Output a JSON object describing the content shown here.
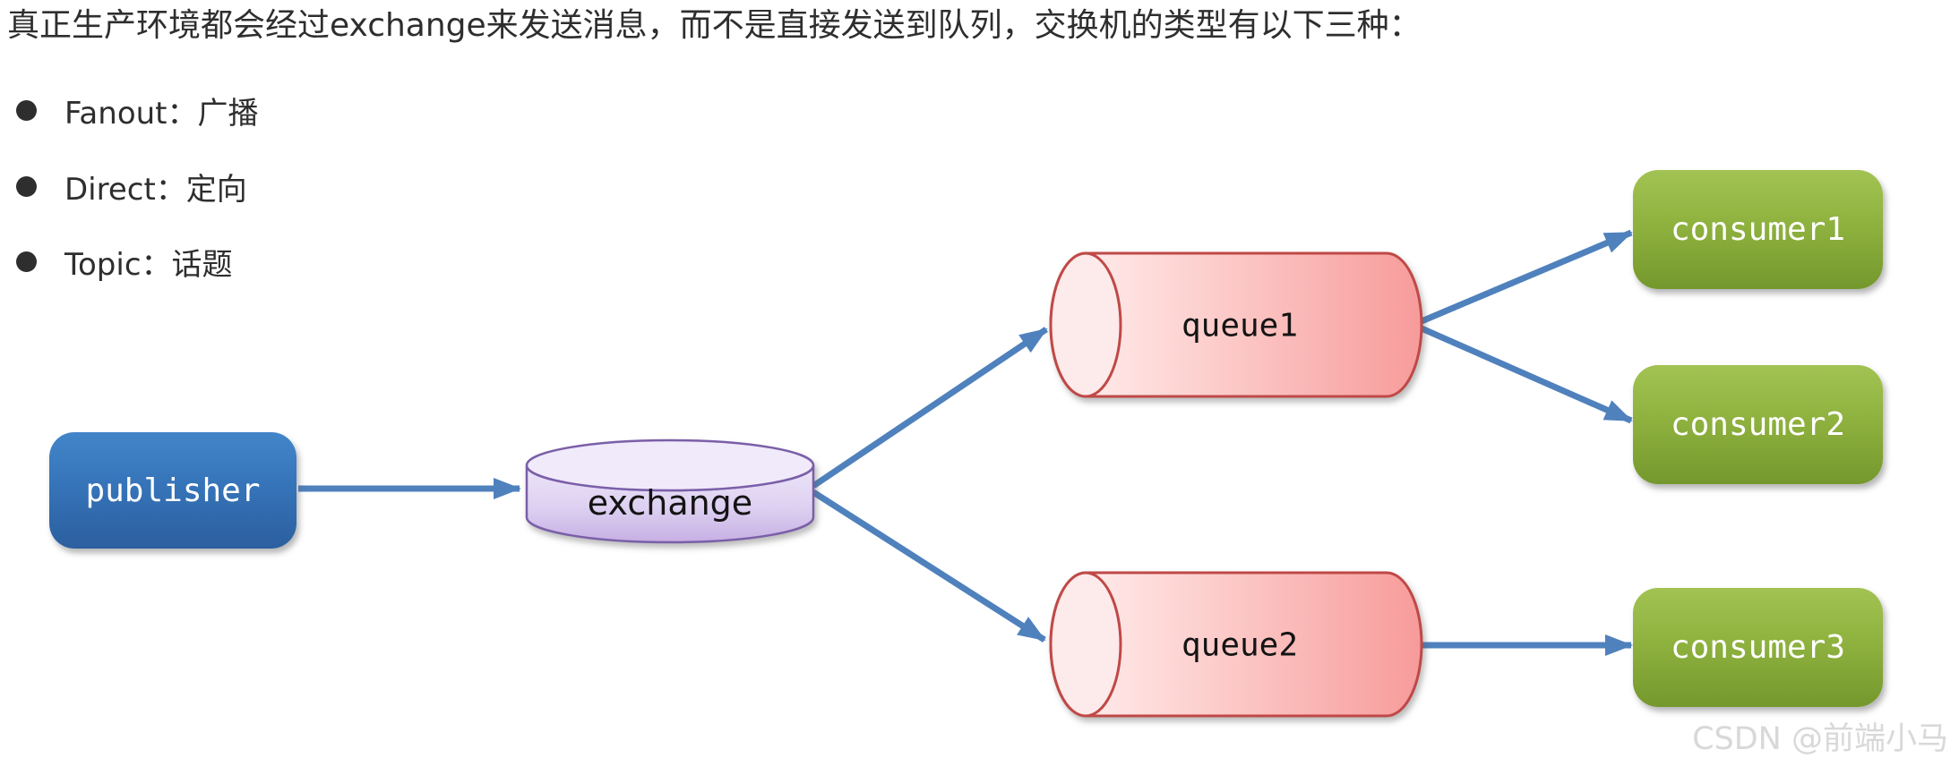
{
  "intro": "真正生产环境都会经过exchange来发送消息，而不是直接发送到队列，交换机的类型有以下三种：",
  "bullets": [
    {
      "label": "Fanout：广播"
    },
    {
      "label": "Direct：定向"
    },
    {
      "label": "Topic：话题"
    }
  ],
  "diagram": {
    "nodes": {
      "publisher": {
        "label": "publisher",
        "shape": "rounded-box",
        "color": "blue"
      },
      "exchange": {
        "label": "exchange",
        "shape": "cylinder-vertical",
        "color": "purple"
      },
      "queue1": {
        "label": "queue1",
        "shape": "cylinder-horizontal",
        "color": "pink"
      },
      "queue2": {
        "label": "queue2",
        "shape": "cylinder-horizontal",
        "color": "pink"
      },
      "consumer1": {
        "label": "consumer1",
        "shape": "rounded-box",
        "color": "green"
      },
      "consumer2": {
        "label": "consumer2",
        "shape": "rounded-box",
        "color": "green"
      },
      "consumer3": {
        "label": "consumer3",
        "shape": "rounded-box",
        "color": "green"
      }
    },
    "edges": [
      {
        "from": "publisher",
        "to": "exchange"
      },
      {
        "from": "exchange",
        "to": "queue1"
      },
      {
        "from": "exchange",
        "to": "queue2"
      },
      {
        "from": "queue1",
        "to": "consumer1"
      },
      {
        "from": "queue1",
        "to": "consumer2"
      },
      {
        "from": "queue2",
        "to": "consumer3"
      }
    ]
  },
  "watermark": "CSDN @前端小马",
  "colors": {
    "arrow_blue": "#4f81bd",
    "publisher_blue": "#3674b9",
    "exchange_purple_fill": "#ddd0f1",
    "exchange_border": "#7a5ea8",
    "queue_pink_fill": "#f9a4a4",
    "queue_border": "#bf4a47",
    "consumer_green": "#8fb23f",
    "text_dark": "#2e2e2e",
    "watermark_gray": "#d8d8d8"
  }
}
